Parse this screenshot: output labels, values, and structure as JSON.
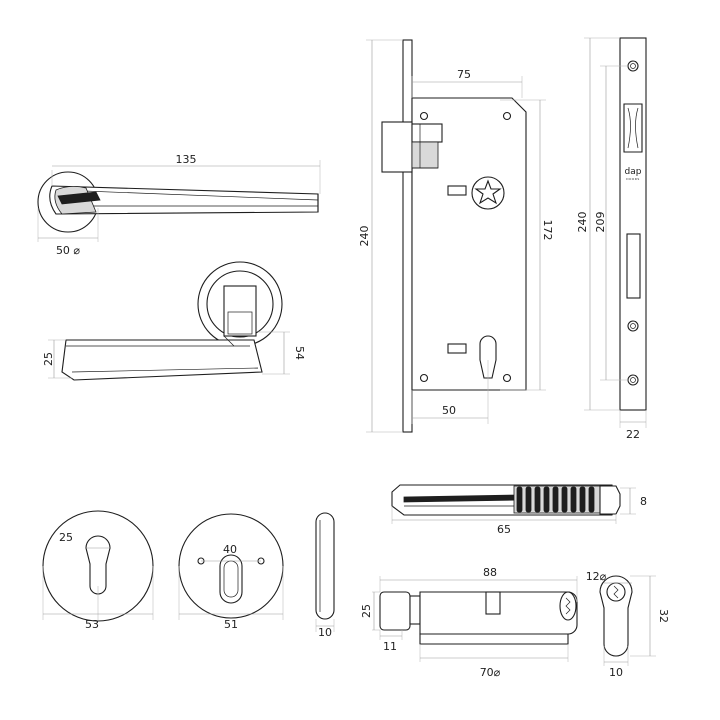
{
  "drawing": {
    "brand": {
      "name": "dap",
      "sub": "DOORS"
    },
    "handle": {
      "length": "135",
      "rose_diameter": "50 ⌀",
      "lever_height": "25",
      "offset": "54"
    },
    "lock_body": {
      "height": "240",
      "backset": "75",
      "center_distance": "172",
      "key_offset": "50"
    },
    "strike_plate": {
      "height": "240",
      "hole_distance": "209",
      "width": "22"
    },
    "key_escutcheon": {
      "keyhole": "25",
      "diameter": "53"
    },
    "escutcheon_two": {
      "keyhole": "40",
      "diameter": "51"
    },
    "side_profile": {
      "thickness": "10"
    },
    "key": {
      "length": "65",
      "height": "8"
    },
    "cylinder": {
      "length": "88",
      "knob_height": "25",
      "knob_width": "11",
      "body": "70⌀",
      "diameter": "12⌀",
      "height": "32",
      "width": "10"
    }
  }
}
